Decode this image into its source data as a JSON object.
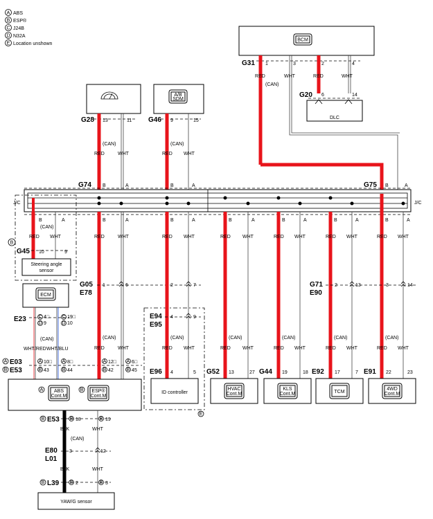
{
  "legend": [
    {
      "mark": "A",
      "text": "ABS"
    },
    {
      "mark": "B",
      "text": "ESP®"
    },
    {
      "mark": "C",
      "text": "J24B"
    },
    {
      "mark": "D",
      "text": "N32A"
    },
    {
      "mark": "E",
      "text": "Location unshown"
    }
  ],
  "units": {
    "bcm": "BCM",
    "dlc": "DLC",
    "absesp_ab": "A/B\nSDM",
    "ab": "A/B",
    "sdm": "SDM",
    "steering": "Steering angle",
    "steering2": "sensor",
    "ecm": "ECM",
    "abs_cont": "ABS",
    "abs_cont2": "Cont.M",
    "esp_cont": "ESP®",
    "esp_cont2": "Cont.M",
    "id": "ID controller",
    "hvac": "HVAC",
    "hvac2": "Cont.M",
    "kls": "KLS",
    "kls2": "Cont.M",
    "tcm": "TCM",
    "fourwd": "4WD",
    "fourwd2": "Cont.M",
    "yaw": "YAW/G sensor"
  },
  "connectors": {
    "g31": "G31",
    "g20": "G20",
    "g28": "G28",
    "g46": "G46",
    "g74": "G74",
    "g75": "G75",
    "g45": "G45",
    "g05": "G05",
    "e78": "E78",
    "g71": "G71",
    "e90": "E90",
    "e23": "E23",
    "e03": "E03",
    "e53": "E53",
    "e94": "E94",
    "e95": "E95",
    "e96": "E96",
    "g52": "G52",
    "g44": "G44",
    "e92": "E92",
    "e91": "E91",
    "e53b": "E53",
    "e80": "E80",
    "l01": "L01",
    "l39": "L39"
  },
  "labels": {
    "red": "RED",
    "wht": "WHT",
    "blk": "BLK",
    "can": "(CAN)",
    "jc": "J/C",
    "whtred": "WHT/RED",
    "whtblu": "WHT/BLU"
  },
  "pins": {
    "g31_1": "1",
    "g31_3": "3",
    "g31_2": "2",
    "g31_4": "4",
    "g20_6": "6",
    "g20_14": "14",
    "g28_13": "13",
    "g28_11": "11",
    "g46_9": "9",
    "g46_15": "15",
    "b": "B",
    "a": "A",
    "g45_10": "10",
    "g45_9": "9",
    "g05_1": "1",
    "g05_6": "6",
    "g05_2": "2",
    "g05_7": "7",
    "g71_2": "2",
    "g71_13": "13",
    "g71_3": "3",
    "g71_14": "14",
    "e94_4": "4",
    "e94_9": "9",
    "e23_c4": "4□",
    "e23_d9": "9",
    "e23_c19": "19□",
    "e23_d10": "10",
    "e03_a10": "10□",
    "e03_b43": "43",
    "e03_a8": "8□",
    "e03_b44": "44",
    "e03_a12": "12□",
    "e03_b42": "42",
    "e03_a6": "6□",
    "e03_b45": "45",
    "e96_4": "4",
    "e96_5": "5",
    "g52_13": "13",
    "g52_27": "27",
    "g44_19": "19",
    "g44_18": "18",
    "e92_17": "17",
    "e92_7": "7",
    "e91_22": "22",
    "e91_23": "23",
    "e53_18": "18",
    "e53_19": "19",
    "e80_3": "3",
    "e80_12": "12",
    "l39_2": "2",
    "l39_3": "3"
  },
  "circles": {
    "a": "A",
    "b": "B",
    "c": "C",
    "d": "D",
    "e": "E"
  }
}
